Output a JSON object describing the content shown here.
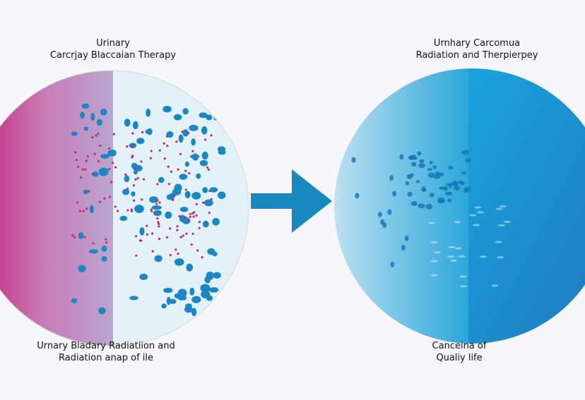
{
  "left_panel": {
    "title_line1": "Urinary",
    "title_line2": "Carcrjay Blaccaian Therapy",
    "caption_line1": "Urnary Bladary Radiatiion and",
    "caption_line2": "Radiation anap of ile"
  },
  "right_panel": {
    "title_line1": "Urnhary Carcomua",
    "title_line2": "Radiation and Therpierpey",
    "caption_line1": "Canceina of",
    "caption_line2": "Qualiy life"
  },
  "colors": {
    "magenta": "#c8237a",
    "pale_blue": "#e3f1f8",
    "cell_blue": "#1a86c4",
    "arrow_blue": "#1a88c0",
    "right_blue": "#1d93d4"
  }
}
